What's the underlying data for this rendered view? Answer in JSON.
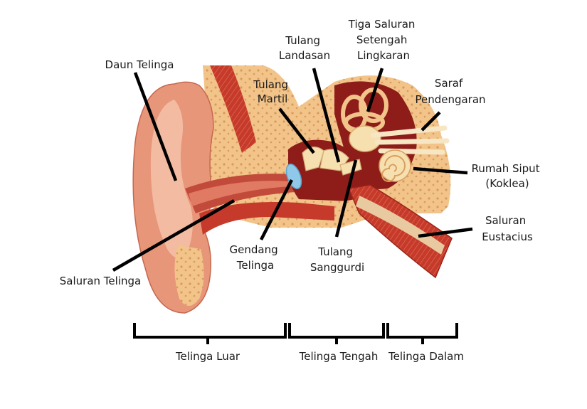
{
  "labels": {
    "daun_telinga": "Daun Telinga",
    "tulang_martil": [
      "Tulang",
      "Martil"
    ],
    "tulang_landasan": [
      "Tulang",
      "Landasan"
    ],
    "tiga_saluran": [
      "Tiga Saluran",
      "Setengah",
      "Lingkaran"
    ],
    "saraf_pendengaran": [
      "Saraf",
      "Pendengaran"
    ],
    "rumah_siput": [
      "Rumah Siput",
      "(Koklea)"
    ],
    "saluran_eustacius": [
      "Saluran",
      "Eustacius"
    ],
    "gendang_telinga": [
      "Gendang",
      "Telinga"
    ],
    "tulang_sanggurdi": [
      "Tulang",
      "Sanggurdi"
    ],
    "saluran_telinga": "Saluran Telinga"
  },
  "sections": {
    "luar": "Telinga Luar",
    "tengah": "Telinga Tengah",
    "dalam": "Telinga Dalam"
  },
  "colors": {
    "skin": "#e8967a",
    "skin_light": "#f4c2a8",
    "muscle": "#c53a2a",
    "muscle_dark": "#9a2418",
    "bone": "#f2c48a",
    "cavity": "#8e1d1a",
    "ossicle": "#f7e0b0",
    "eardrum": "#8fc8e8",
    "line": "#000000"
  }
}
